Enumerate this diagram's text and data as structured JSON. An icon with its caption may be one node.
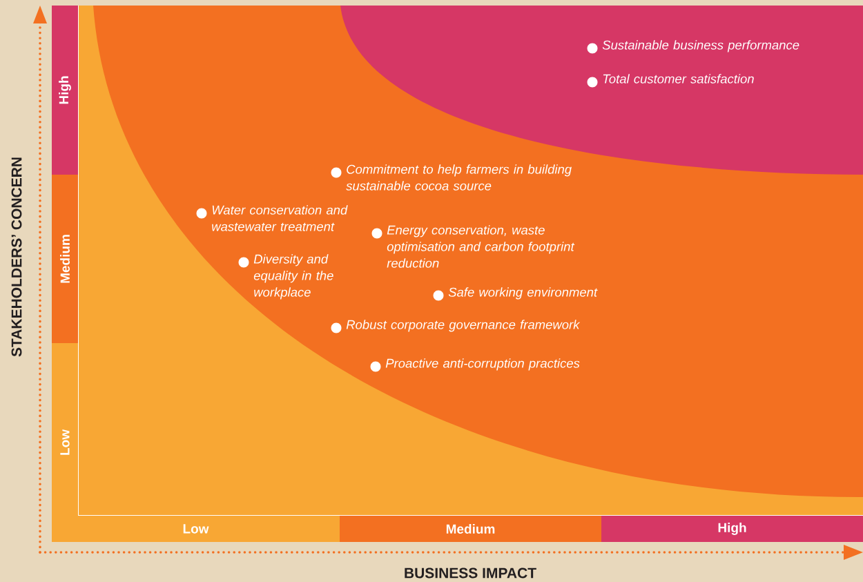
{
  "diagram": {
    "labels": [
      "High",
      "Medium",
      "Low",
      "STAKEHOLDERS’ CONCERN",
      "Sustainable business performance",
      "Total customer satisfaction",
      "Commitment to help farmers in building sustainable cocoa source",
      "Water conservation and wastewater treatment",
      "Energy conservation, waste optimisation and carbon footprint reduction",
      "Diversity and equality in the workplace",
      "Safe working environment",
      "Robust corporate governance framework",
      "Proactive anti-corruption practices",
      "Low",
      "Medium",
      "High",
      "BUSINESS IMPACT"
    ]
  }
}
